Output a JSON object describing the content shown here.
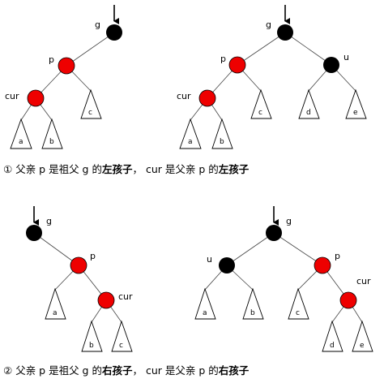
{
  "colors": {
    "black_node": "#000000",
    "red_node": "#ee0000",
    "edge": "#444444"
  },
  "labels": {
    "g": "g",
    "p": "p",
    "u": "u",
    "cur": "cur",
    "a": "a",
    "b": "b",
    "c": "c",
    "d": "d",
    "e": "e"
  },
  "captions": {
    "case1": {
      "num": "①",
      "pre": " 父亲 p 是祖父 g 的",
      "bold1": "左孩子",
      "mid": "，  cur 是父亲 p 的",
      "bold2": "左孩子"
    },
    "case2": {
      "num": "②",
      "pre": " 父亲 p 是祖父 g 的",
      "bold1": "右孩子",
      "mid": "，  cur 是父亲 p 的",
      "bold2": "右孩子"
    }
  }
}
